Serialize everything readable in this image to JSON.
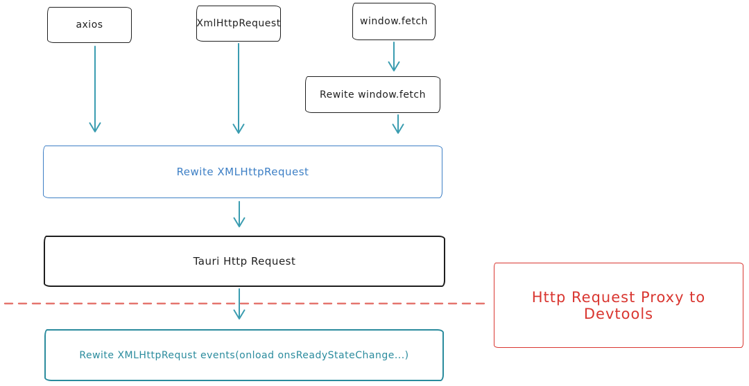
{
  "diagram": {
    "description": "Hand-drawn flow diagram of HTTP request rewriting pipeline",
    "colors": {
      "black": "#1e1e1e",
      "blue": "#3d7fc5",
      "teal": "#2a8b9d",
      "arrow": "#3a9cb0",
      "red": "#d93630",
      "dashed": "#e4756e"
    },
    "nodes": {
      "axios": {
        "label": "axios"
      },
      "xmlhttprequest": {
        "label": "XmlHttpRequest"
      },
      "window_fetch": {
        "label": "window.fetch"
      },
      "rewrite_window_fetch": {
        "label": "Rewite window.fetch"
      },
      "rewrite_xmlhttprequest": {
        "label": "Rewite XMLHttpRequest"
      },
      "tauri_http_request": {
        "label": "Tauri Http Request"
      },
      "rewrite_events": {
        "label": "Rewite XMLHttpRequst events(onload onsReadyStateChange...)"
      },
      "proxy_devtools": {
        "label": "Http Request Proxy to Devtools"
      }
    },
    "connectors": [
      "axios -> rewrite_xmlhttprequest",
      "xmlhttprequest -> rewrite_xmlhttprequest",
      "window_fetch -> rewrite_window_fetch",
      "rewrite_window_fetch -> rewrite_xmlhttprequest",
      "rewrite_xmlhttprequest -> tauri_http_request",
      "tauri_http_request -> rewrite_events"
    ]
  }
}
